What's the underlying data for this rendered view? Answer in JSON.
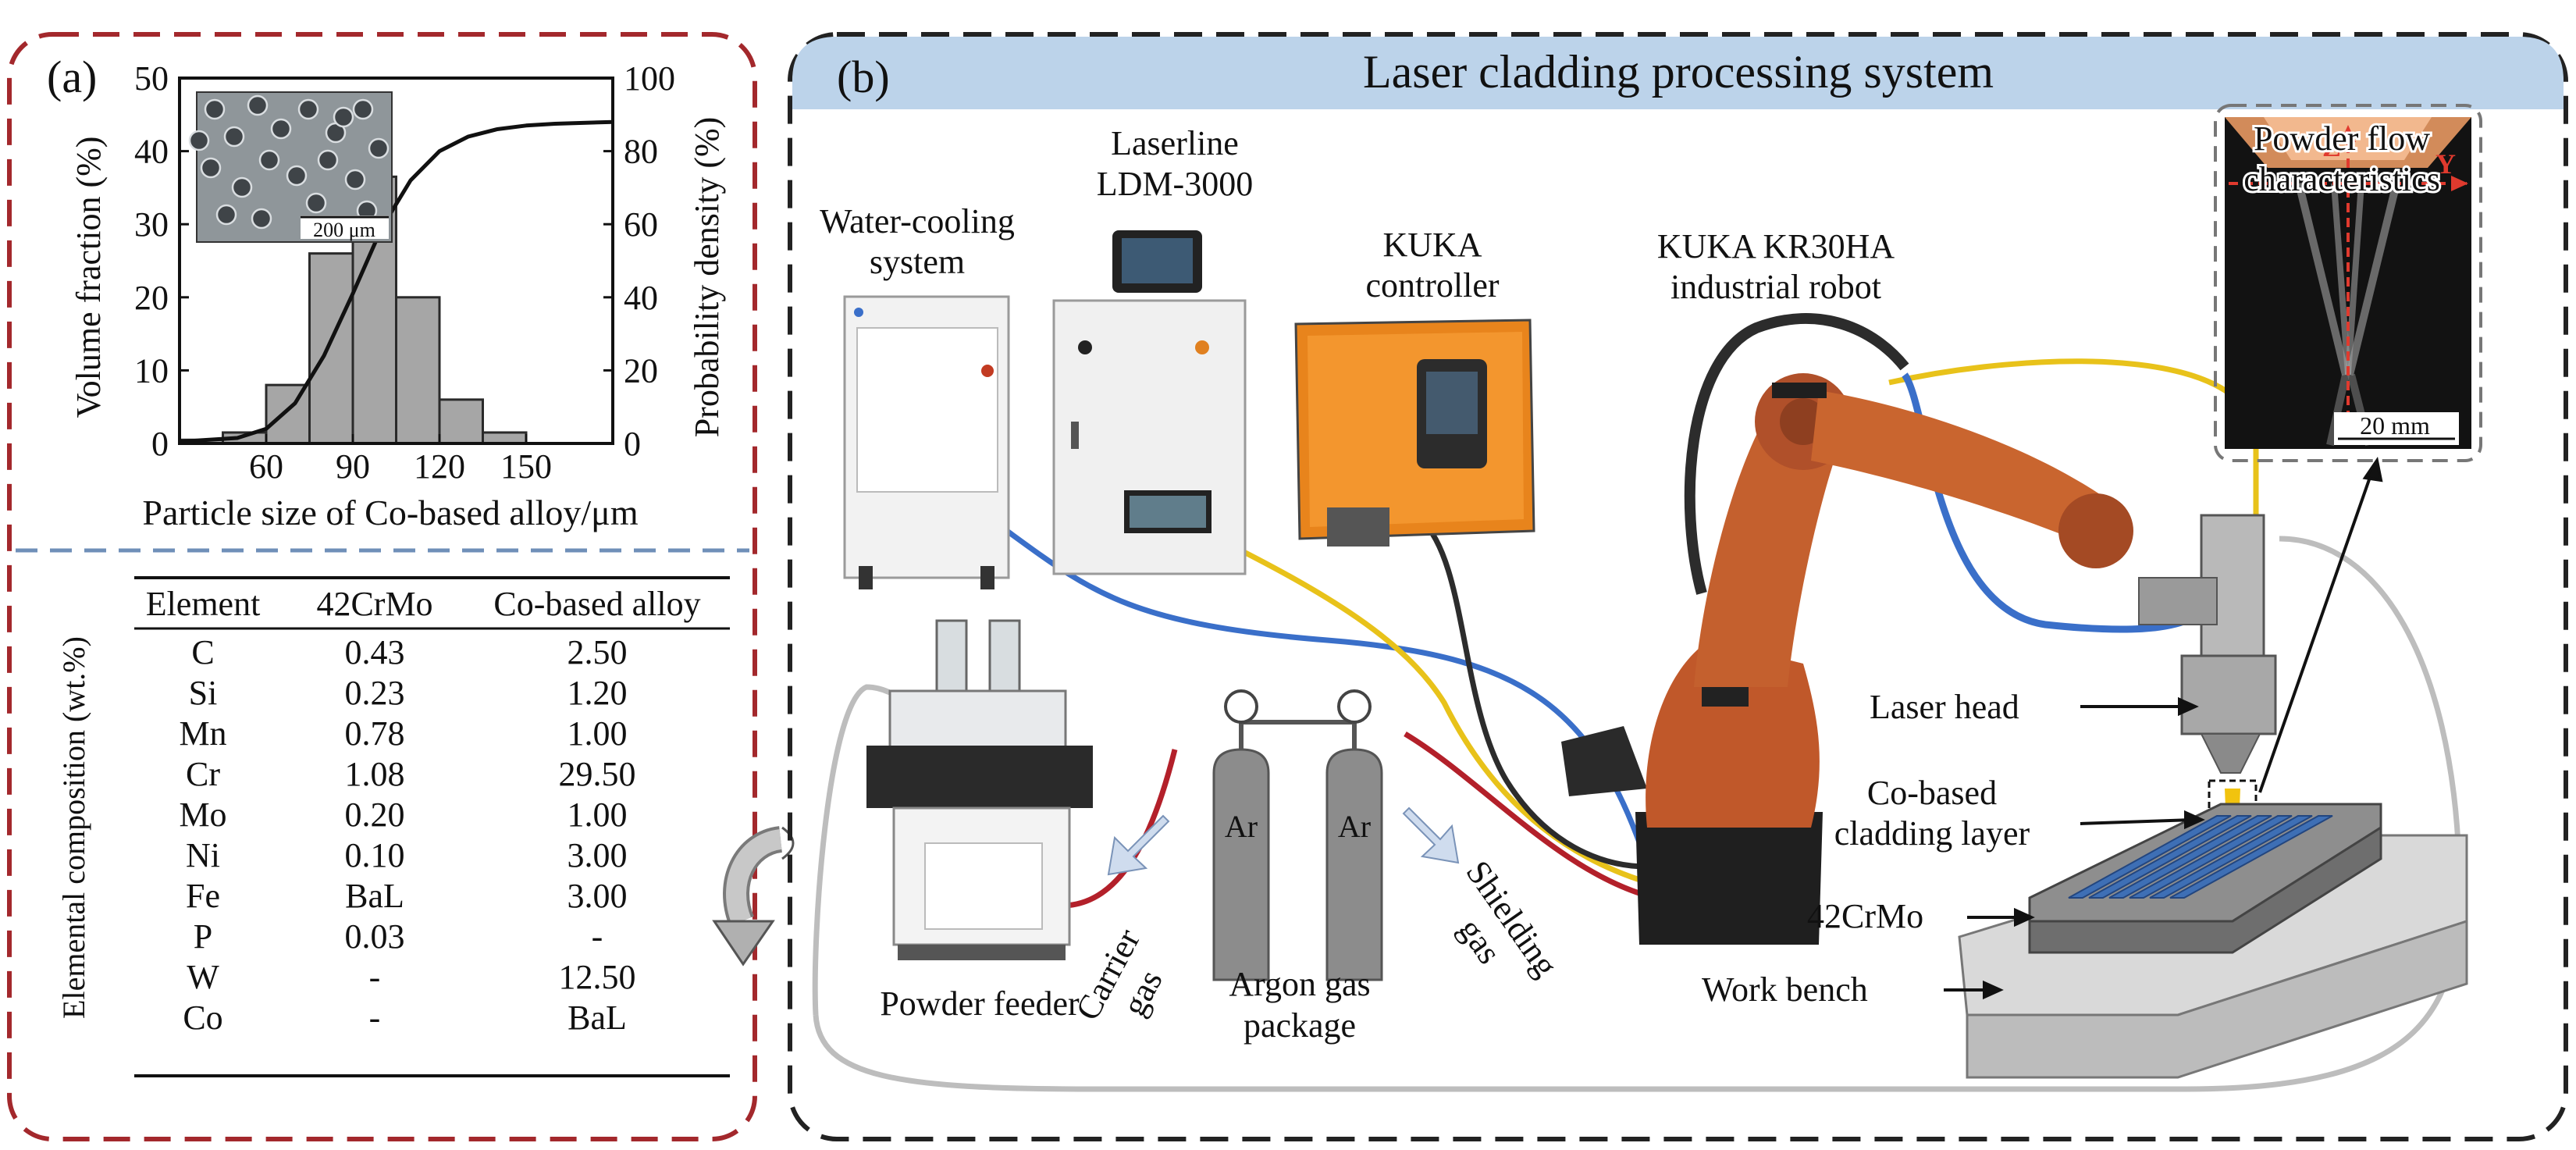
{
  "panel_a": {
    "label": "(a)",
    "chart_data": {
      "type": "bar",
      "x_categories": [
        "30-45",
        "45-60",
        "60-75",
        "75-90",
        "90-105",
        "105-120",
        "120-135",
        "135-150",
        "150-165"
      ],
      "values": [
        0.5,
        1.5,
        8,
        26,
        36.5,
        20,
        6,
        1.5,
        0
      ],
      "xlabel": "Particle size of Co-based alloy/μm",
      "ylabel_left": "Volume fraction (%)",
      "ylabel_right": "Probability density (%)",
      "x_ticks": [
        "60",
        "90",
        "120",
        "150"
      ],
      "y_left_ticks": [
        "0",
        "10",
        "20",
        "30",
        "40",
        "50"
      ],
      "y_right_ticks": [
        "0",
        "20",
        "40",
        "60",
        "80",
        "100"
      ],
      "ylim_left": [
        0,
        50
      ],
      "ylim_right": [
        0,
        100
      ],
      "xlim": [
        30,
        180
      ],
      "cumulative_curve": {
        "x": [
          30,
          50,
          60,
          70,
          80,
          90,
          100,
          110,
          120,
          130,
          140,
          150,
          160,
          180
        ],
        "y": [
          0.5,
          1.5,
          4,
          11,
          24,
          41,
          59,
          72,
          80,
          84,
          86,
          87,
          87.5,
          88
        ]
      },
      "inset_scale": "200 μm"
    },
    "table": {
      "side_label": "Elemental composition (wt.%)",
      "headers": [
        "Element",
        "42CrMo",
        "Co-based alloy"
      ],
      "rows": [
        [
          "C",
          "0.43",
          "2.50"
        ],
        [
          "Si",
          "0.23",
          "1.20"
        ],
        [
          "Mn",
          "0.78",
          "1.00"
        ],
        [
          "Cr",
          "1.08",
          "29.50"
        ],
        [
          "Mo",
          "0.20",
          "1.00"
        ],
        [
          "Ni",
          "0.10",
          "3.00"
        ],
        [
          "Fe",
          "BaL",
          "3.00"
        ],
        [
          "P",
          "0.03",
          "-"
        ],
        [
          "W",
          "-",
          "12.50"
        ],
        [
          "Co",
          "-",
          "BaL"
        ]
      ]
    }
  },
  "panel_b": {
    "label": "(b)",
    "title": "Laser cladding processing system",
    "labels": {
      "water_cooling_1": "Water-cooling",
      "water_cooling_2": "system",
      "laser_1": "Laserline",
      "laser_2": "LDM-3000",
      "controller_1": "KUKA",
      "controller_2": "controller",
      "robot_1": "KUKA KR30HA",
      "robot_2": "industrial robot",
      "powder_flow_1": "Powder flow",
      "powder_flow_2": "characteristics",
      "z_axis": "Z",
      "y_axis": "Y",
      "scale": "20 mm",
      "laser_head": "Laser head",
      "cladding_1": "Co-based",
      "cladding_2": "cladding layer",
      "substrate": "42CrMo",
      "work_bench": "Work bench",
      "powder_feeder": "Powder feeder",
      "carrier_1": "Carrier",
      "carrier_2": "gas",
      "argon_1": "Argon gas",
      "argon_2": "package",
      "shielding_1": "Shielding",
      "shielding_2": "gas",
      "ar_left": "Ar",
      "ar_right": "Ar"
    },
    "colors": {
      "title_bar": "#bcd3ea",
      "cable_yellow": "#e8c21a",
      "cable_blue": "#3a6fc9",
      "cable_red": "#b3202a",
      "robot_orange": "#c0582a",
      "controller_orange": "#e8841c",
      "cladding_track": "#3e6fb5"
    }
  },
  "colors": {
    "panel_a_border": "#a3282c",
    "panel_divider": "#6f8fb8",
    "panel_b_border": "#222222",
    "bar_fill": "#a6a6a6"
  }
}
